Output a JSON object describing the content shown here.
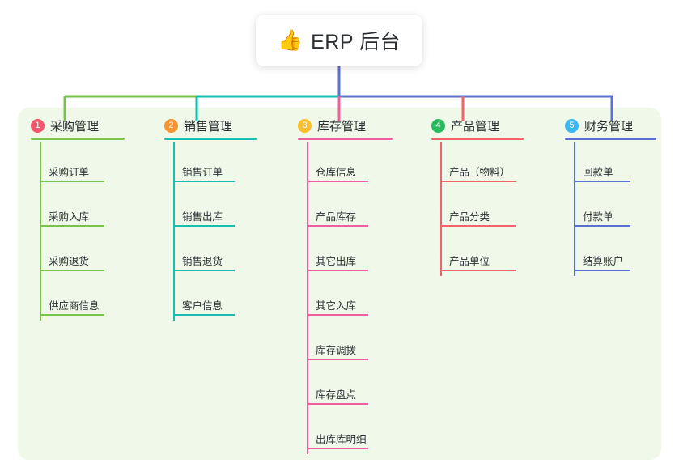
{
  "root": {
    "icon": "thumbs-up-icon",
    "icon_glyph": "👍",
    "title": "ERP 后台"
  },
  "panel": {
    "background_color": "#eff8e9"
  },
  "columns": [
    {
      "number": "1",
      "label": "采购管理",
      "badge_color": "#f2576d",
      "line_color": "#7bc24d",
      "connector_color": "#7bc24d",
      "items": [
        "采购订单",
        "采购入库",
        "采购退货",
        "供应商信息"
      ]
    },
    {
      "number": "2",
      "label": "销售管理",
      "badge_color": "#f79432",
      "line_color": "#18bfb0",
      "connector_color": "#12bfae",
      "items": [
        "销售订单",
        "销售出库",
        "销售退货",
        "客户信息"
      ]
    },
    {
      "number": "3",
      "label": "库存管理",
      "badge_color": "#fbbe2c",
      "line_color": "#ef5fa0",
      "connector_color": "#ef5fa0",
      "items": [
        "仓库信息",
        "产品库存",
        "其它出库",
        "其它入库",
        "库存调拨",
        "库存盘点",
        "出库库明细"
      ]
    },
    {
      "number": "4",
      "label": "产品管理",
      "badge_color": "#24bd5e",
      "line_color": "#f4636b",
      "connector_color": "#f4636b",
      "items": [
        "产品（物料）",
        "产品分类",
        "产品单位"
      ]
    },
    {
      "number": "5",
      "label": "财务管理",
      "badge_color": "#3bb8ef",
      "line_color": "#5e6fd4",
      "connector_color": "#5e6fd4",
      "items": [
        "回款单",
        "付款单",
        "结算账户"
      ]
    }
  ]
}
